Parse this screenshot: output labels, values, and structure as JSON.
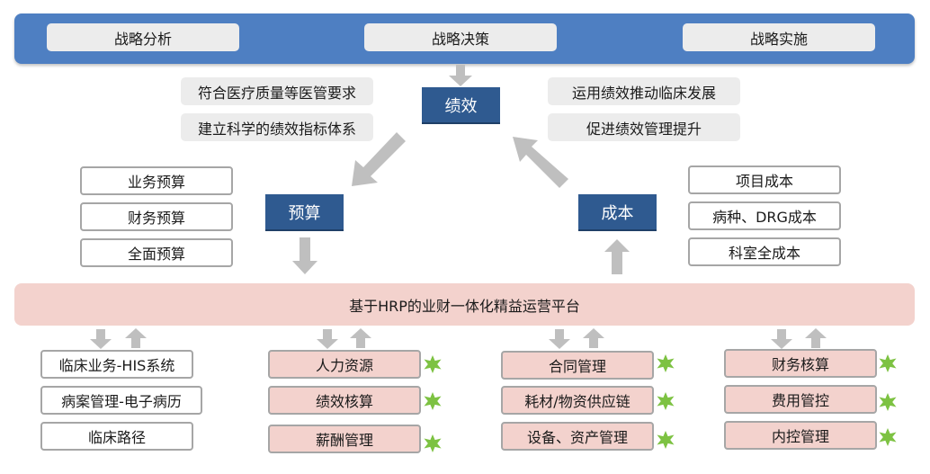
{
  "top_bar": {
    "items": [
      "战略分析",
      "战略决策",
      "战略实施"
    ]
  },
  "performance": {
    "title": "绩效",
    "left_notes": [
      "符合医疗质量等医管要求",
      "建立科学的绩效指标体系"
    ],
    "right_notes": [
      "运用绩效推动临床发展",
      "促进绩效管理提升"
    ]
  },
  "budget": {
    "title": "预算",
    "items": [
      "业务预算",
      "财务预算",
      "全面预算"
    ]
  },
  "cost": {
    "title": "成本",
    "items": [
      "项目成本",
      "病种、DRG成本",
      "科室全成本"
    ]
  },
  "platform": {
    "title": "基于HRP的业财一体化精益运营平台"
  },
  "modules": {
    "clinical": [
      "临床业务-HIS系统",
      "病案管理-电子病历",
      "临床路径"
    ],
    "hr": [
      "人力资源",
      "绩效核算",
      "薪酬管理"
    ],
    "supply": [
      "合同管理",
      "耗材/物资供应链",
      "设备、资产管理"
    ],
    "finance": [
      "财务核算",
      "费用管控",
      "内控管理"
    ]
  },
  "colors": {
    "banner": "#4e7fc2",
    "node": "#2f5a90",
    "platform": "#f3d2cd",
    "arrow": "#bfbfbf",
    "star": "#7dc242"
  }
}
